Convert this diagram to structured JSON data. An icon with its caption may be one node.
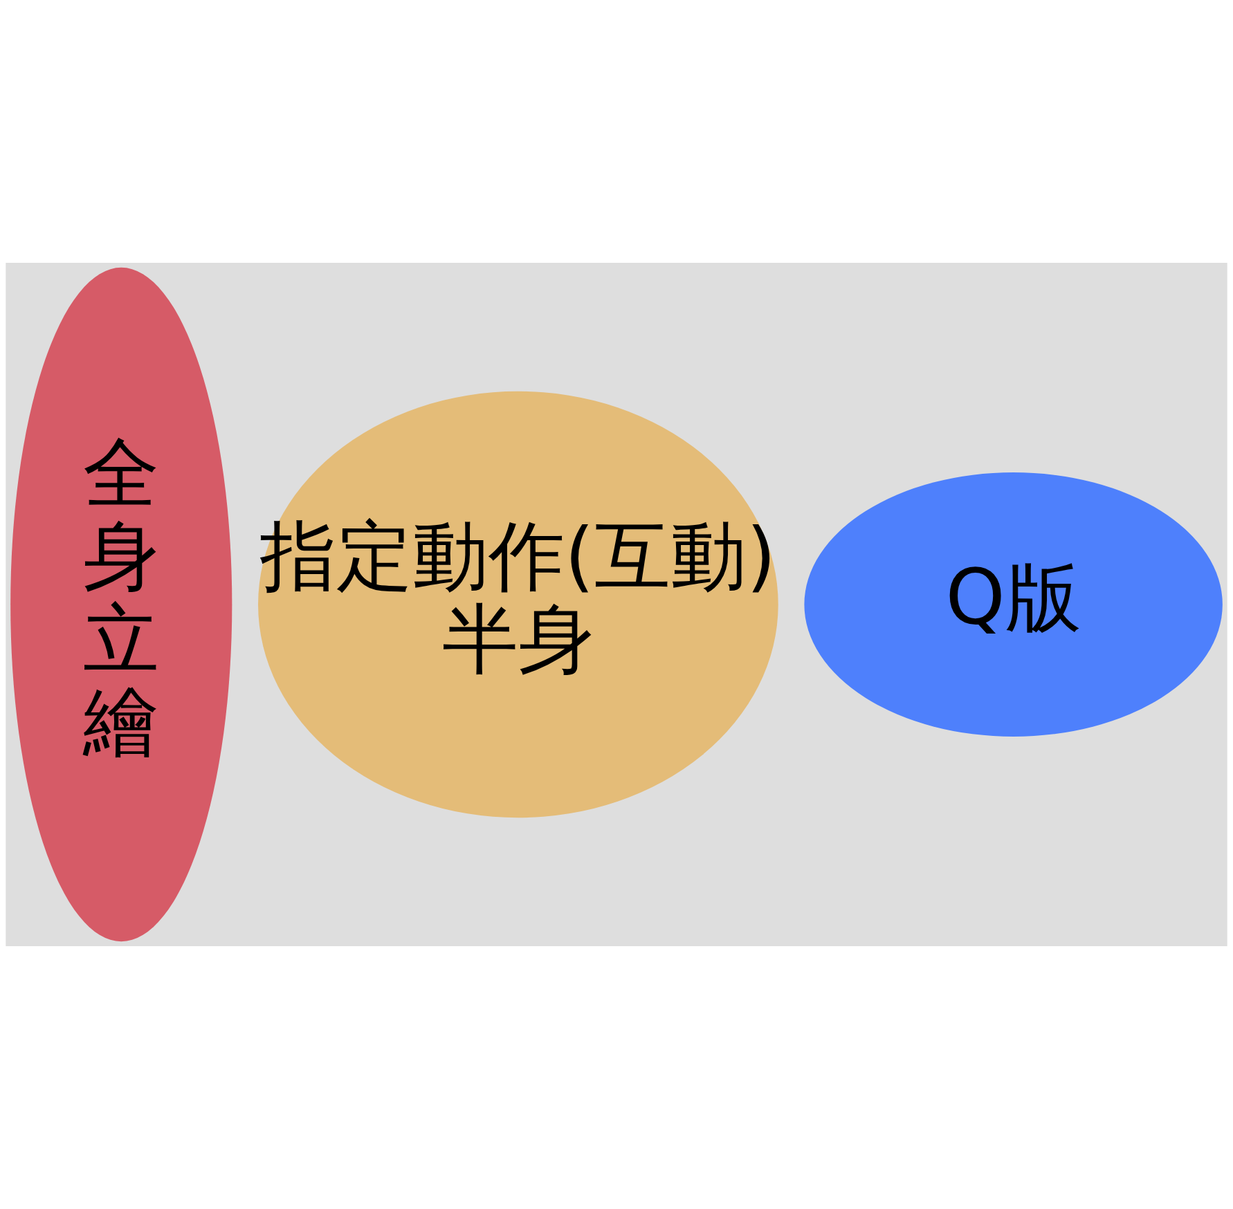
{
  "diagram": {
    "nodes": [
      {
        "text": [
          "全身立繪"
        ]
      },
      {
        "text": [
          "指定動作(互動)",
          "半身"
        ]
      },
      {
        "text": [
          "Q版"
        ]
      }
    ]
  }
}
